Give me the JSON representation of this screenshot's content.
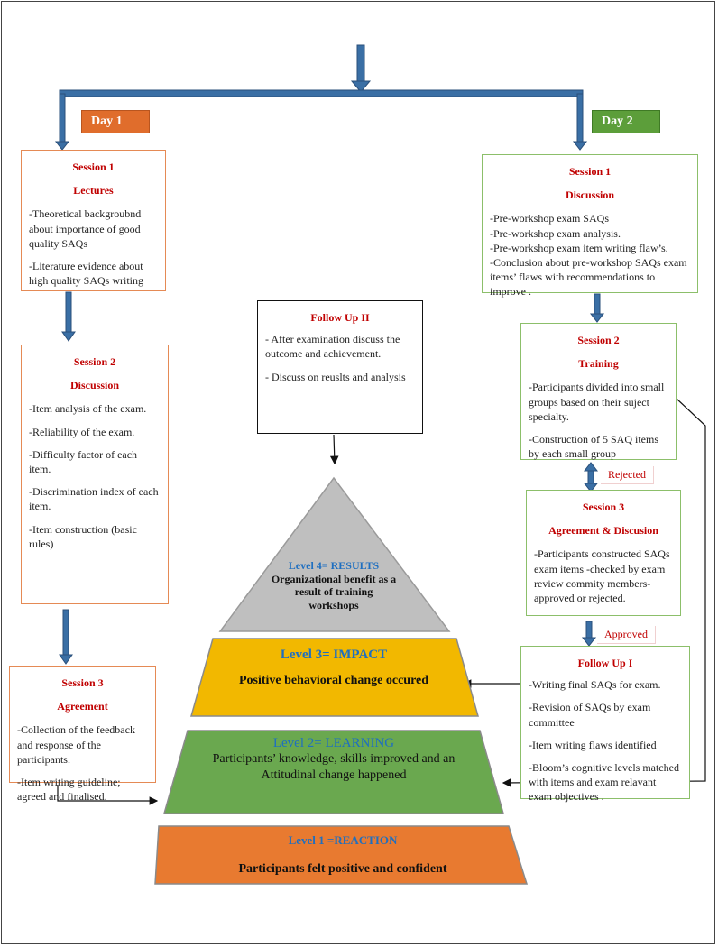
{
  "day1": "Day 1",
  "day2": "Day 2",
  "day1_s1": {
    "title": "Session 1",
    "subtitle": "Lectures",
    "items": [
      "-Theoretical backgroubnd about importance of good quality SAQs",
      "-Literature evidence about high quality SAQs writing"
    ]
  },
  "day1_s2": {
    "title": "Session 2",
    "subtitle": "Discussion",
    "items": [
      "-Item analysis of the exam.",
      "-Reliability of the exam.",
      "-Difficulty factor of each item.",
      "-Discrimination index of each item.",
      "-Item construction (basic rules)"
    ]
  },
  "day1_s3": {
    "title": "Session 3",
    "subtitle": "Agreement",
    "items": [
      "-Collection of the feedback and response of the participants.",
      "-Item writing guideline; agreed and finalised."
    ]
  },
  "day2_s1": {
    "title": "Session 1",
    "subtitle": "Discussion",
    "items": [
      "-Pre-workshop exam SAQs",
      "-Pre-workshop  exam analysis.",
      "-Pre-workshop exam item writing flaw’s.",
      "-Conclusion about pre-workshop SAQs exam items’ flaws with recommendations to improve ."
    ]
  },
  "day2_s2": {
    "title": "Session 2",
    "subtitle": "Training",
    "items": [
      "-Participants  divided into small groups based on their suject specialty.",
      "-Construction of 5 SAQ items by each small group"
    ]
  },
  "day2_s3": {
    "title": "Session 3",
    "subtitle": "Agreement & Discusion",
    "items": [
      "-Participants  constructed SAQs exam items -checked by exam review commity members- approved or rejected."
    ]
  },
  "followup1": {
    "title": "Follow Up I",
    "items": [
      "-Writing final SAQs for exam.",
      "-Revision of SAQs by  exam committee",
      "-Item writing flaws identified",
      "-Bloom’s cognitive levels matched with items and exam relavant exam objectives ."
    ]
  },
  "followup2": {
    "title": "Follow Up II",
    "items": [
      "- After examination discuss the outcome and achievement.",
      "- Discuss on reuslts and analysis"
    ]
  },
  "rejected": "Rejected",
  "approved": "Approved",
  "level4": {
    "title": "Level 4= RESULTS",
    "text": "Organizational benefit as a result of training workshops"
  },
  "level3": {
    "title": "Level 3= IMPACT",
    "text": "Positive behavioral change occured"
  },
  "level2": {
    "title": "Level 2= LEARNING",
    "text": "Participants’ knowledge, skills improved and an Attitudinal change happened"
  },
  "level1": {
    "title": "Level 1 =REACTION",
    "text": "Participants felt positive and confident"
  },
  "colors": {
    "day1": "#e06d2c",
    "day2": "#5c9e3a",
    "level4": "#bfbfbf",
    "level3": "#f2b800",
    "level2": "#6aa84f",
    "level1": "#e87a30",
    "arrow": "#3a6fa5",
    "heading": "#c00000",
    "level_title": "#1f6fc0"
  }
}
